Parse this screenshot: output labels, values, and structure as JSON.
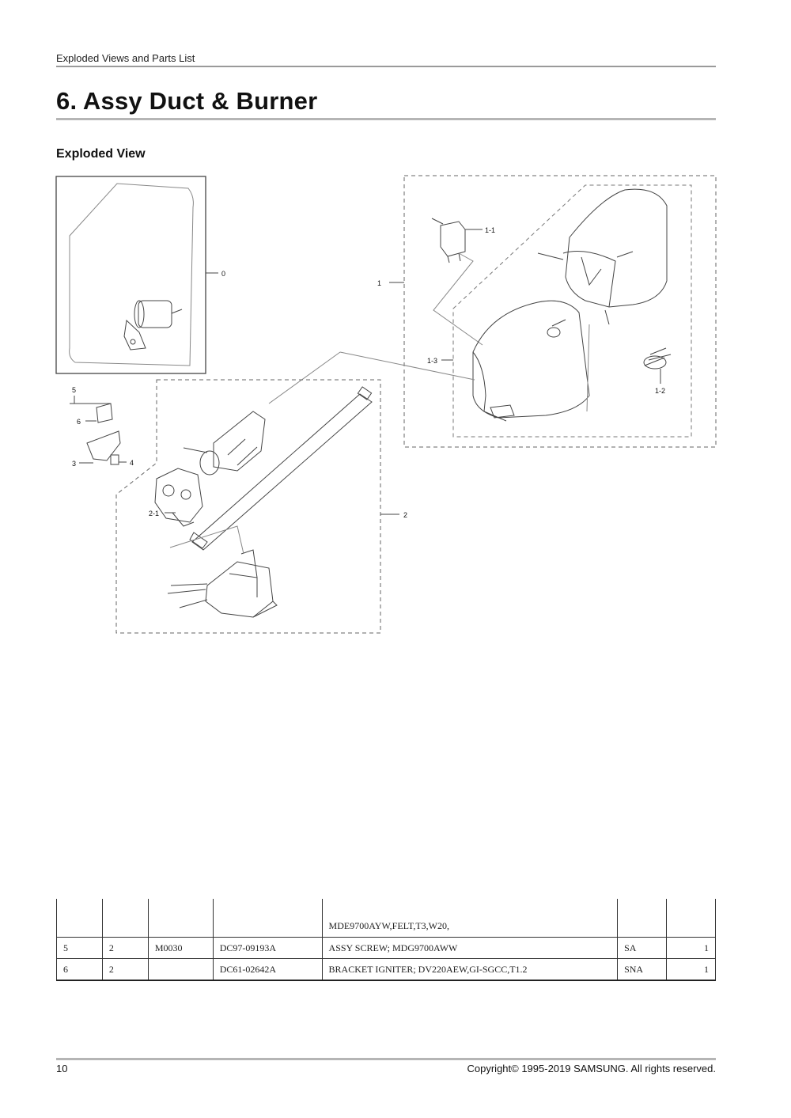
{
  "header": {
    "running_title": "Exploded Views and Parts List"
  },
  "title": "6.  Assy Duct & Burner",
  "section_title": "Exploded View",
  "diagram": {
    "callouts": {
      "c0": "0",
      "c1": "1",
      "c1_1": "1-1",
      "c1_2": "1-2",
      "c1_3": "1-3",
      "c2": "2",
      "c2_1": "2-1",
      "c3": "3",
      "c4": "4",
      "c5": "5",
      "c6": "6"
    }
  },
  "parts_table": {
    "rows": [
      {
        "no": "",
        "level": "",
        "location": "",
        "code": "",
        "description": "MDE9700AYW,FELT,T3,W20,",
        "status": "",
        "qty": ""
      },
      {
        "no": "5",
        "level": "2",
        "location": "M0030",
        "code": "DC97-09193A",
        "description": "ASSY SCREW; MDG9700AWW",
        "status": "SA",
        "qty": "1"
      },
      {
        "no": "6",
        "level": "2",
        "location": "",
        "code": "DC61-02642A",
        "description": "BRACKET IGNITER; DV220AEW,GI-SGCC,T1.2",
        "status": "SNA",
        "qty": "1"
      }
    ]
  },
  "footer": {
    "page_number": "10",
    "copyright": "Copyright© 1995-2019 SAMSUNG. All rights reserved."
  }
}
